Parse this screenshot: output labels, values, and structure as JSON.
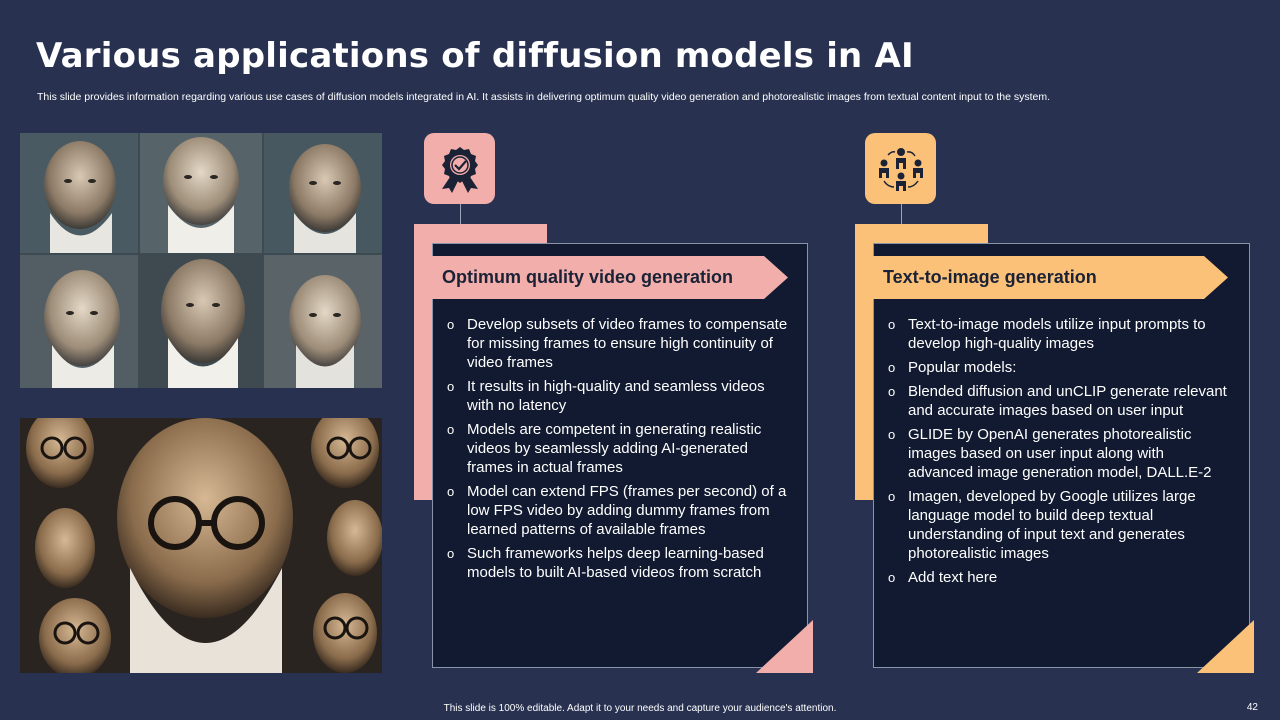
{
  "slide": {
    "title": "Various applications of diffusion models in AI",
    "subtitle": "This slide provides information regarding various use cases of diffusion models integrated in AI. It assists in delivering optimum quality video generation and photorealistic images from textual content input to the system.",
    "footer": "This slide is 100% editable. Adapt it to your needs and capture your audience's attention.",
    "page_number": "42"
  },
  "colors": {
    "background": "#283250",
    "card": "#111a30",
    "pink": "#f2aeab",
    "orange": "#fbc178"
  },
  "cards": [
    {
      "icon": "award-badge-icon",
      "header": "Optimum quality video generation",
      "items": [
        "Develop subsets of video frames to compensate for missing frames to ensure high continuity  of video frames",
        "It results in high-quality  and seamless videos with no latency",
        "Models are competent in generating realistic videos by seamlessly adding AI-generated frames in actual frames",
        "Model can extend FPS (frames per second) of a low FPS video by adding dummy  frames from learned patterns of available frames",
        "Such frameworks helps deep learning-based models to built AI-based videos from scratch"
      ]
    },
    {
      "icon": "people-network-icon",
      "header": "Text-to-image generation",
      "items": [
        "Text-to-image  models utilize input prompts to develop high-quality  images",
        "Popular models:",
        "Blended diffusion and unCLIP generate relevant  and accurate images based on user input",
        "GLIDE by OpenAI generates photorealistic images based on user input along with advanced image generation model, DALL.E-2",
        "Imagen, developed by Google utilizes large language model to build deep textual understanding  of input text and generates photorealistic images",
        "Add text here"
      ]
    }
  ],
  "bullet_glyph": "o"
}
